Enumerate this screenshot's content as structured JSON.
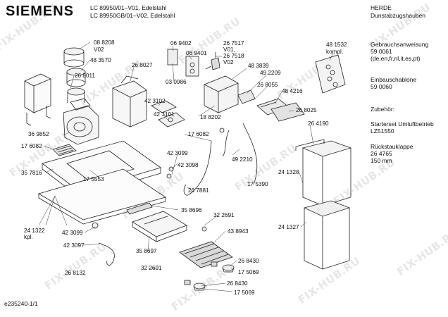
{
  "header": {
    "brand": "SIEMENS",
    "model_line_1": "LC 89950/01–V01, Edelstahl",
    "model_line_2": "LC 89950GB/01–V02, Edelstahl",
    "category_line_1": "HERDE",
    "category_line_2": "Dunstabzugshauben"
  },
  "watermark": "FIX-HUB.RU",
  "footer_code": "e235240-1/1",
  "side_info": [
    {
      "line_1": "Gebrauchsanweisung",
      "line_2": "59 0061",
      "line_3": "(de,en,fr,nl,it,es,pt)"
    },
    {
      "line_1": "Einbauschablone",
      "line_2": "59 0060",
      "line_3": ""
    },
    {
      "line_1": "Zubehör:",
      "line_2": "",
      "line_3": ""
    },
    {
      "line_1": "Starterset  Umluftbetrieb",
      "line_2": "LZ51550",
      "line_3": ""
    },
    {
      "line_1": "Rückstauklappe",
      "line_2": "26 4765",
      "line_3": "150 mm"
    }
  ],
  "part_labels": {
    "p088208": "08 8208",
    "v02a": "V02",
    "p483570": "48 3570",
    "p268011": "26 8011",
    "p268027": "26 8027",
    "p069402": "06 9402",
    "p069401": "06 9401",
    "p030986": "03 0986",
    "p267517": "26 7517",
    "v01": "V01,",
    "p267518": "26 7518",
    "v02b": "V02",
    "p483839": "48 3839",
    "p492209": "49 2209",
    "p268055": "26 8055",
    "p484216": "48 4216",
    "p481532": "48 1532",
    "kompl": "kompl.",
    "p423102": "42 3102",
    "p423101": "42 3101",
    "p188202": "18 8202",
    "p268025": "26 8025",
    "p369852": "36 9852",
    "p176082a": "17 6082",
    "p176082b": "17 6082",
    "p264190": "26 4190",
    "p423099a": "42 3099",
    "p423098": "42 3098",
    "p492210": "49 2210",
    "p357816": "35 7816",
    "p175553": "17 5553",
    "p241328": "24 1328",
    "p267881": "26 7881",
    "p175390": "17 5390",
    "p358696": "35 8696",
    "p322691a": "32 2691",
    "p241322": "24 1322",
    "kpl": "kpl.",
    "p423099b": "42 3099",
    "p241327": "24 1327",
    "p438943": "43 8943",
    "p423097": "42 3097",
    "p358697": "35 8697",
    "p268430a": "26 8430",
    "p268132": "26 8132",
    "p322691b": "32 2691",
    "p175069a": "17 5069",
    "p268430b": "26 8430",
    "p175069b": "17 5069"
  }
}
